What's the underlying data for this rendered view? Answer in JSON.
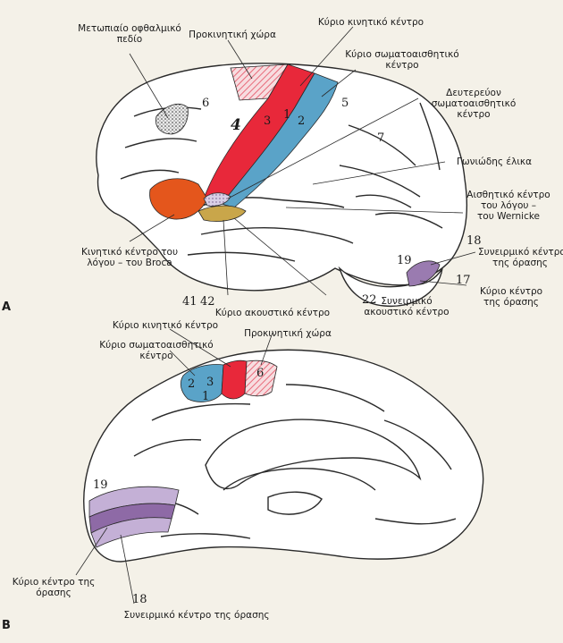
{
  "panel_a": {
    "letter": "A",
    "labels": {
      "frontal_eye_field": "Μετωπιαίο οφθαλμικό\nπεδίο",
      "premotor_area": "Προκινητική χώρα",
      "primary_motor": "Κύριο κινητικό κέντρο",
      "primary_somatosensory": "Κύριο σωματοαισθητικό\nκέντρο",
      "secondary_somatosensory": "Δευτερεύον\nσωματοαισθητικό\nκέντρο",
      "angular_gyrus": "Γωνιώδης έλικα",
      "wernicke": "Αισθητικό κέντρο\nτου λόγου –\nτου Wernicke",
      "visual_association": "Συνειρμικό κέντρο\nτης όρασης",
      "primary_visual": "Κύριο κέντρο\nτης όρασης",
      "auditory_association": "Συνειρμικό\nακουστικό κέντρο",
      "primary_auditory": "Κύριο ακουστικό κέντρο",
      "broca": "Κινητικό κέντρο του\nλόγου – του Broca"
    },
    "areas": {
      "a6": "6",
      "a4": "4",
      "a3": "3",
      "a1": "1",
      "a2": "2",
      "a5": "5",
      "a7": "7",
      "a18": "18",
      "a19": "19",
      "a17": "17",
      "a41": "41",
      "a42": "42",
      "a22": "22"
    }
  },
  "panel_b": {
    "letter": "B",
    "labels": {
      "primary_motor": "Κύριο κινητικό κέντρο",
      "primary_somatosensory": "Κύριο σωματοαισθητικό\nκέντρο",
      "premotor_area": "Προκινητική χώρα",
      "primary_visual": "Κύριο κέντρο της\nόρασης",
      "visual_association": "Συνειρμικό κέντρο της όρασης"
    },
    "areas": {
      "b2": "2",
      "b3": "3",
      "b1": "1",
      "b6": "6",
      "b19": "19",
      "b18": "18"
    }
  },
  "colors": {
    "motor": "#e8283a",
    "somatosensory": "#5aa3c8",
    "broca": "#e4561c",
    "auditory": "#c9a64a",
    "visual": "#9a7bb0",
    "premotor_hatch": "#e86a7a",
    "outline": "#2a2a2a",
    "page": "#f4f1e8"
  }
}
